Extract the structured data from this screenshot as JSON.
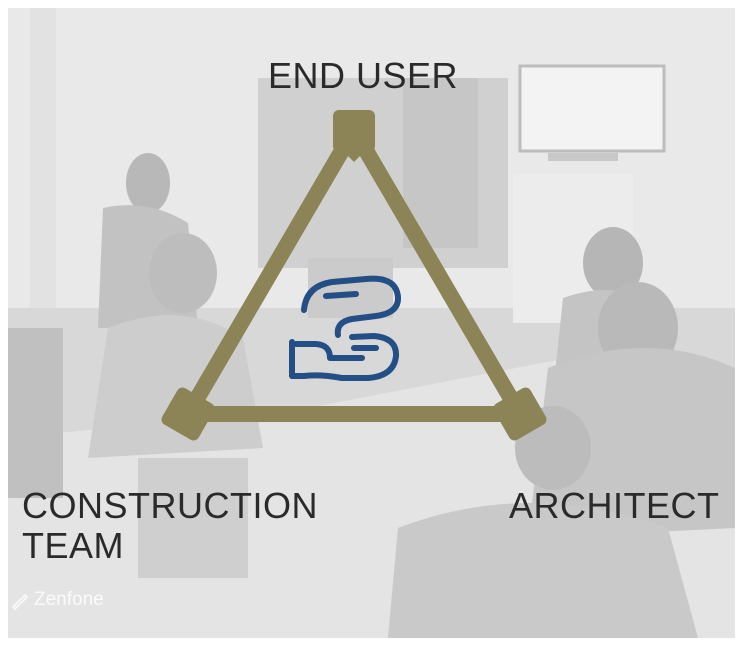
{
  "labels": {
    "top": "END USER",
    "bottom_left": "CONSTRUCTION\nTEAM",
    "bottom_right": "ARCHITECT"
  },
  "watermark": {
    "text": "Zenfone",
    "icon": "pen-nib-icon"
  },
  "icons": {
    "center": "hands-exchange-icon"
  },
  "colors": {
    "triangle": "#8c8456",
    "hands_icon": "#234e86",
    "label_text": "#2a2a2a",
    "photo_tint": "#dcdcdc"
  }
}
